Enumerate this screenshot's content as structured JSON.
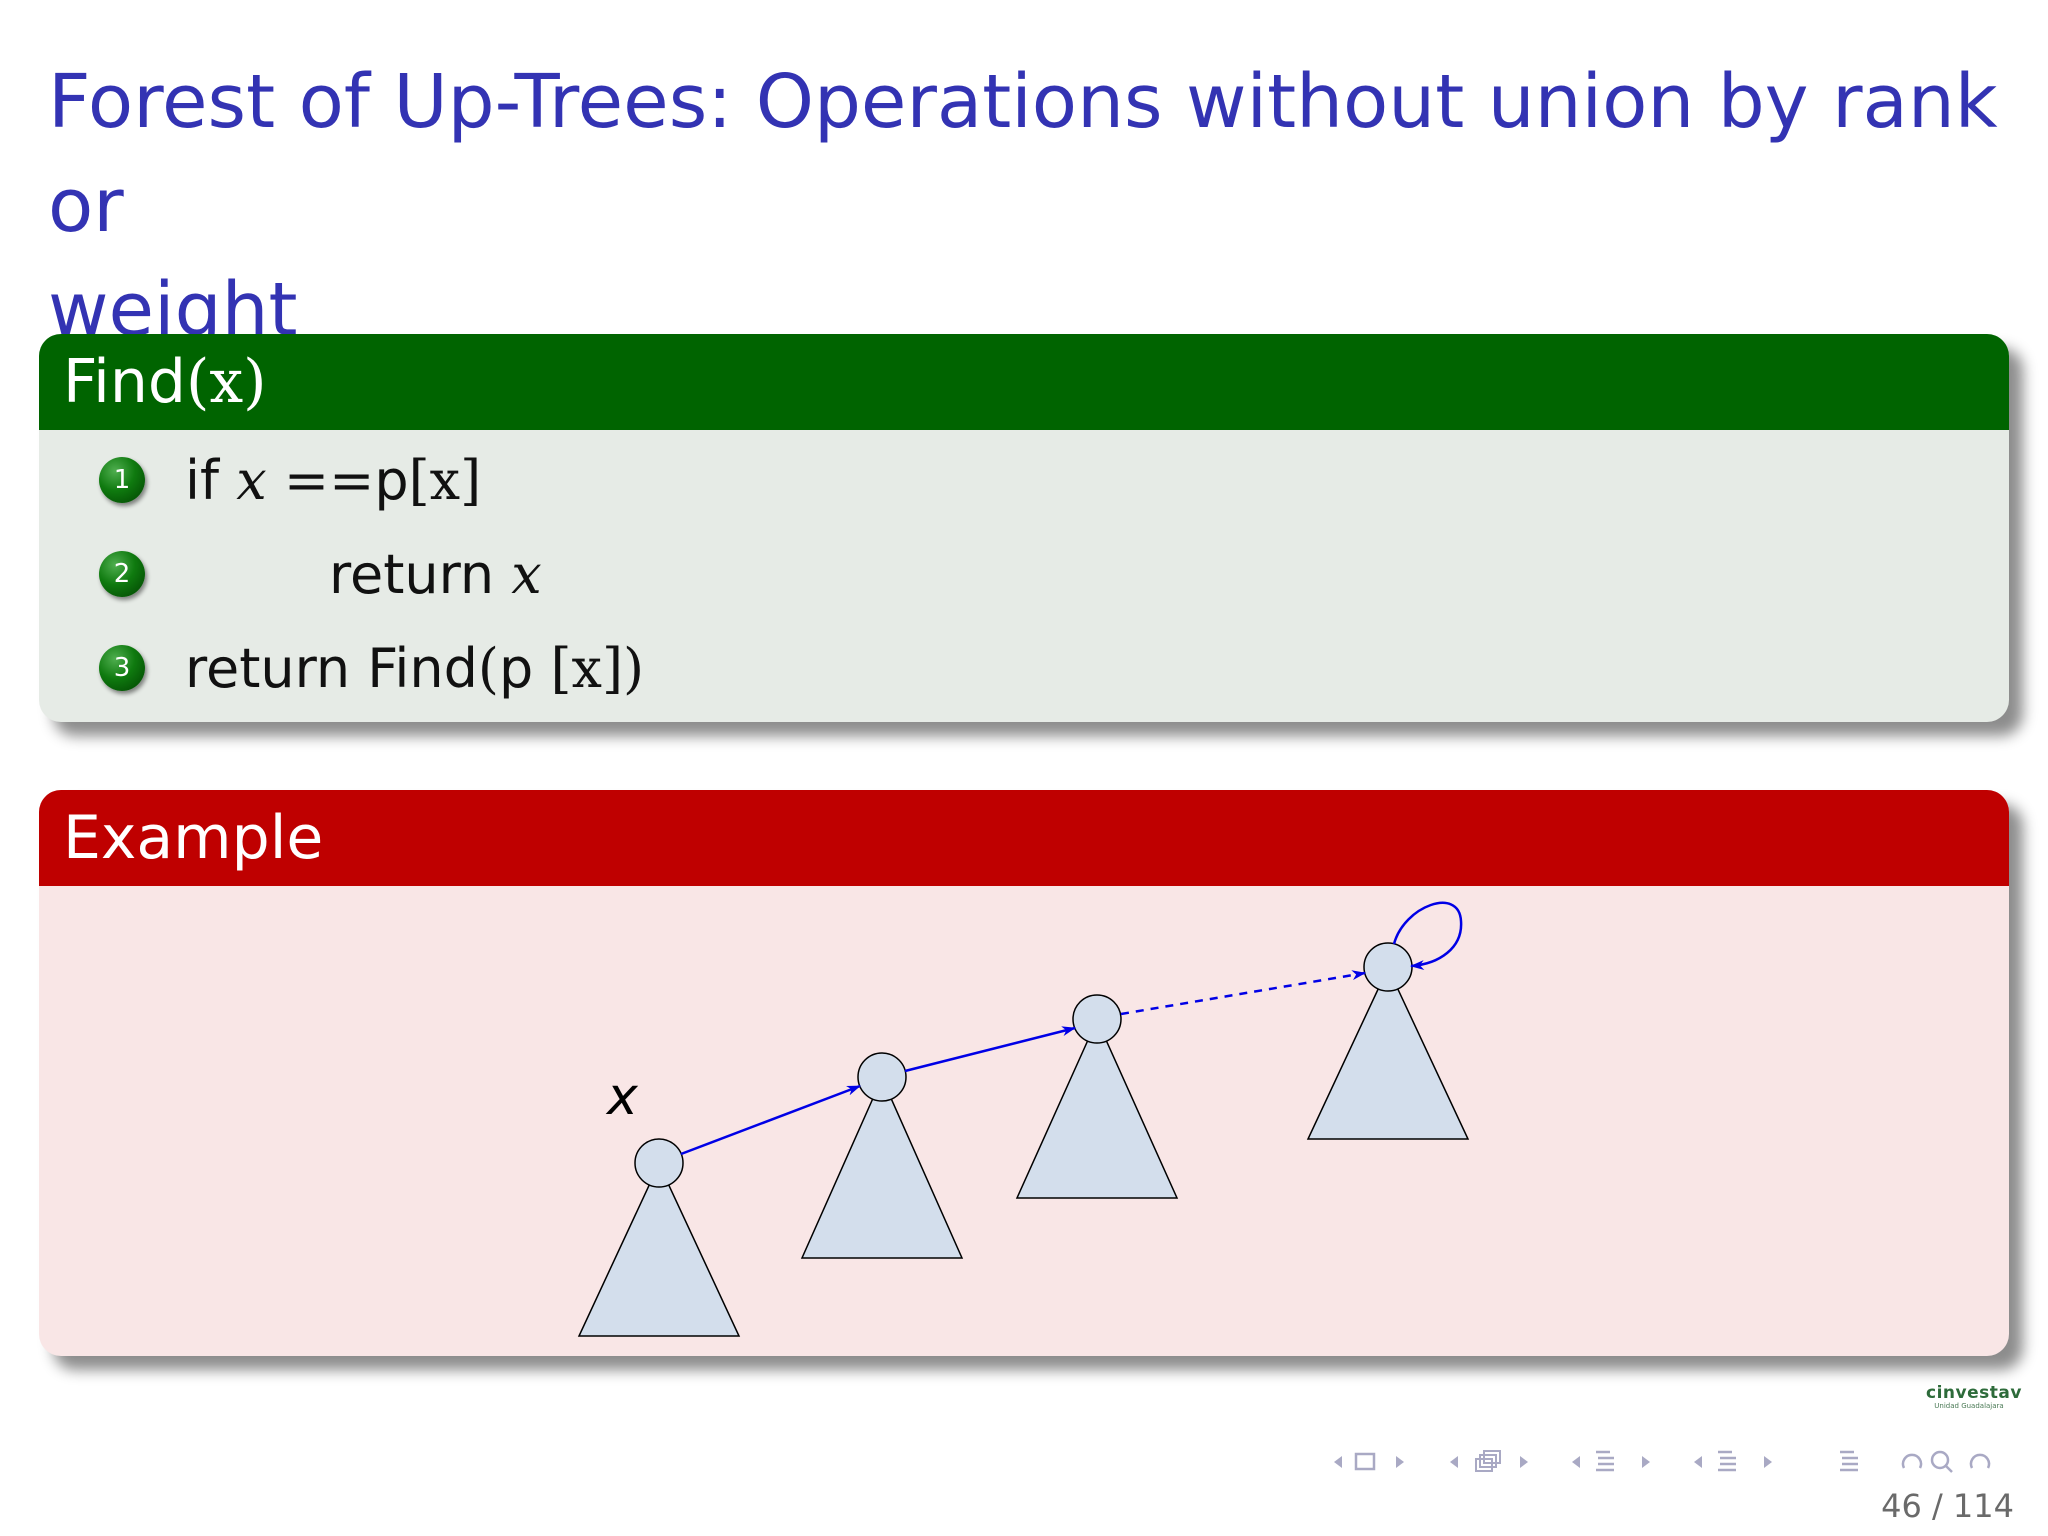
{
  "slide": {
    "title_line1": "Forest of Up-Trees: Operations without union by rank or",
    "title_line2": "weight"
  },
  "find_block": {
    "title_text": "Find",
    "title_math": "(x)",
    "steps": [
      {
        "number": "1",
        "pre": "if ",
        "math1": "x",
        "op": " ==",
        "mid": "p",
        "math2": "[x]"
      },
      {
        "number": "2",
        "pre": "return ",
        "math1": "x"
      },
      {
        "number": "3",
        "pre": "return Find",
        "math1": "(",
        "mid": "p ",
        "math2": "[x])"
      }
    ]
  },
  "example_block": {
    "title": "Example",
    "diagram": {
      "label": "x",
      "colors": {
        "tree_fill": "#d3deec",
        "arrow": "#0000e6",
        "stroke": "#000000"
      }
    }
  },
  "footer": {
    "logo_main": "cinvestav",
    "logo_sub": "Unidad Guadalajara",
    "page_current": "46",
    "page_total": "114",
    "page_separator": "/",
    "nav_icons": [
      "frame-prev-icon",
      "frame-icon",
      "frame-next-icon",
      "subsection-prev-icon",
      "subsection-icon",
      "subsection-next-icon",
      "section-prev-icon",
      "section-icon",
      "section-next-icon",
      "presentation-prev-icon",
      "presentation-icon",
      "presentation-next-icon",
      "toc-icon",
      "back-icon",
      "search-icon",
      "forward-icon"
    ]
  }
}
